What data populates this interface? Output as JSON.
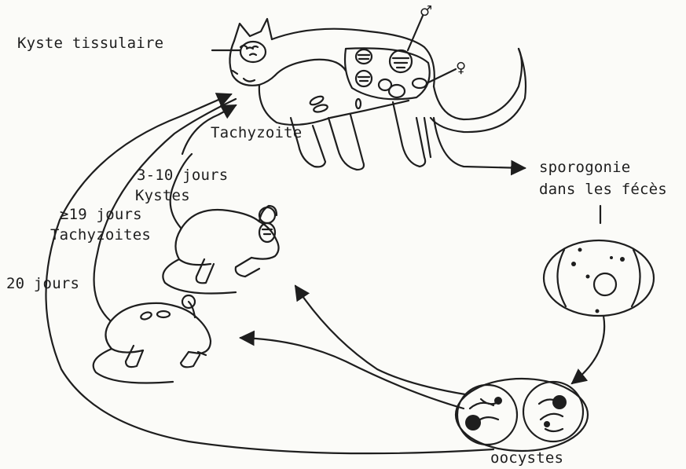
{
  "labels": {
    "kyste_tissulaire": "Kyste tissulaire",
    "tachyzoite": "Tachyzoite",
    "sporogonie_line1": "sporogonie",
    "sporogonie_line2": "dans les fécès",
    "days_3_10": "3-10 jours",
    "kystes": "Kystes",
    "days_19": "≥19 jours",
    "tachyzoites": "Tachyzoites",
    "days_20": "20 jours",
    "oocystes": "oocystes",
    "male_symbol": "♂",
    "female_symbol": "♀"
  },
  "colors": {
    "ink": "#1e1e1e",
    "background": "#fbfbf8"
  }
}
